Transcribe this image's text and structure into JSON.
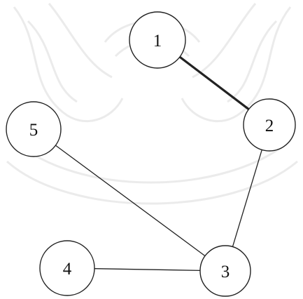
{
  "graph": {
    "nodes": [
      {
        "id": "1",
        "label": "1"
      },
      {
        "id": "2",
        "label": "2"
      },
      {
        "id": "3",
        "label": "3"
      },
      {
        "id": "4",
        "label": "4"
      },
      {
        "id": "5",
        "label": "5"
      }
    ],
    "edges": [
      {
        "from": "1",
        "to": "2",
        "emphasis": "heavy"
      },
      {
        "from": "2",
        "to": "3",
        "emphasis": "normal"
      },
      {
        "from": "5",
        "to": "3",
        "emphasis": "normal"
      },
      {
        "from": "4",
        "to": "3",
        "emphasis": "normal"
      }
    ],
    "colors": {
      "stroke": "#222222",
      "background": "#ffffff",
      "watermark": "#dedede"
    }
  }
}
